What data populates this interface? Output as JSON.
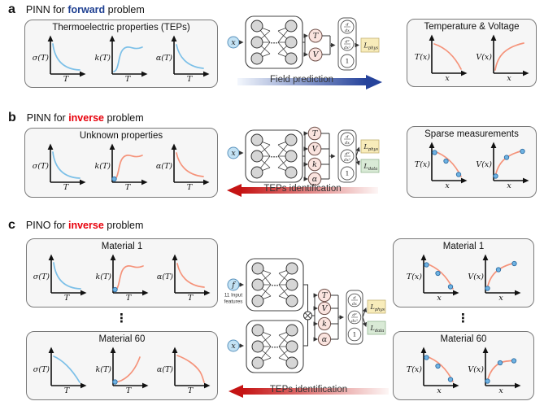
{
  "misc": {
    "nn_dots": "···",
    "vdots": "⋮"
  },
  "panel_a": {
    "tag": "a",
    "title": {
      "prefix": "PINN for ",
      "keyword": "forward",
      "suffix": " problem"
    },
    "left_box": {
      "title": "Thermoelectric properties (TEPs)",
      "plots": [
        {
          "y": "σ(T)",
          "x": "T"
        },
        {
          "y": "k(T)",
          "x": "T"
        },
        {
          "y": "α(T)",
          "x": "T"
        }
      ]
    },
    "flow": {
      "input": "x",
      "out1": "T",
      "out2": "V",
      "op1_num": "d",
      "op1_den": "dx",
      "op2_num": "d²",
      "op2_den": "dx²",
      "op3": "1",
      "loss1": "L",
      "loss1_sub": "phys"
    },
    "arrow_label": "Field prediction",
    "right_box": {
      "title": "Temperature & Voltage",
      "plots": [
        {
          "y": "T(x)",
          "x": "x"
        },
        {
          "y": "V(x)",
          "x": "x"
        }
      ]
    }
  },
  "panel_b": {
    "tag": "b",
    "title": {
      "prefix": "PINN for ",
      "keyword": "inverse",
      "suffix": " problem"
    },
    "left_box": {
      "title": "Unknown properties",
      "plots": [
        {
          "y": "σ(T)",
          "x": "T"
        },
        {
          "y": "k(T)",
          "x": "T"
        },
        {
          "y": "α(T)",
          "x": "T"
        }
      ]
    },
    "flow": {
      "input": "x",
      "out1": "T",
      "out2": "V",
      "out3": "k",
      "out4": "α",
      "op1_num": "d",
      "op1_den": "dx",
      "op2_num": "d²",
      "op2_den": "dx²",
      "op3": "1",
      "loss1": "L",
      "loss1_sub": "phys",
      "loss2": "L",
      "loss2_sub": "data"
    },
    "arrow_label": "TEPs identification",
    "right_box": {
      "title": "Sparse measurements",
      "plots": [
        {
          "y": "T(x)",
          "x": "x"
        },
        {
          "y": "V(x)",
          "x": "x"
        }
      ]
    }
  },
  "panel_c": {
    "tag": "c",
    "title": {
      "prefix": "PINO for ",
      "keyword": "inverse",
      "suffix": " problem"
    },
    "left_box_1": {
      "title": "Material 1",
      "plots": [
        {
          "y": "σ(T)",
          "x": "T"
        },
        {
          "y": "k(T)",
          "x": "T"
        },
        {
          "y": "α(T)",
          "x": "T"
        }
      ]
    },
    "left_box_60": {
      "title": "Material 60",
      "plots": [
        {
          "y": "σ(T)",
          "x": "T"
        },
        {
          "y": "k(T)",
          "x": "T"
        },
        {
          "y": "α(T)",
          "x": "T"
        }
      ]
    },
    "flow": {
      "input_f": "f",
      "input_x": "x",
      "note1": "11 Input",
      "note2": "features",
      "out1": "T",
      "out2": "V",
      "out3": "k",
      "out4": "α",
      "op1_num": "d",
      "op1_den": "dx",
      "op2_num": "d²",
      "op2_den": "dx²",
      "op3": "1",
      "loss1": "L",
      "loss1_sub": "phys",
      "loss2": "L",
      "loss2_sub": "data"
    },
    "arrow_label": "TEPs identification",
    "right_box_1": {
      "title": "Material 1",
      "plots": [
        {
          "y": "T(x)",
          "x": "x"
        },
        {
          "y": "V(x)",
          "x": "x"
        }
      ]
    },
    "right_box_60": {
      "title": "Material 60",
      "plots": [
        {
          "y": "T(x)",
          "x": "x"
        },
        {
          "y": "V(x)",
          "x": "x"
        }
      ]
    }
  }
}
